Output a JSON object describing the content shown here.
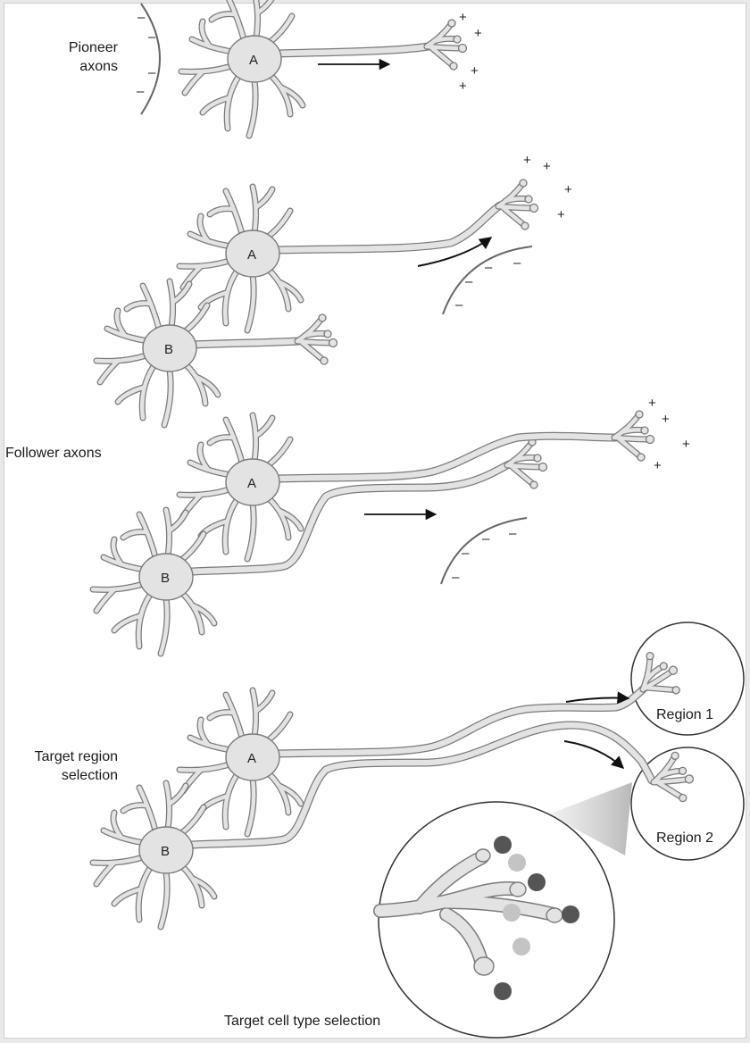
{
  "labels": {
    "pioneer_line1": "Pioneer",
    "pioneer_line2": "axons",
    "follower": "Follower axons",
    "target_region_line1": "Target region",
    "target_region_line2": "selection",
    "target_cell": "Target cell type selection",
    "region1": "Region 1",
    "region2": "Region 2",
    "neuron_a": "A",
    "neuron_b": "B"
  },
  "signs": {
    "plus": "+",
    "minus": "–"
  },
  "colors": {
    "cell_fill": "#e3e3e3",
    "cell_stroke": "#7a7a7a",
    "arrow": "#111111",
    "dark_dot": "#555555",
    "light_dot": "#c4c4c4",
    "cue_arc": "#666666"
  }
}
